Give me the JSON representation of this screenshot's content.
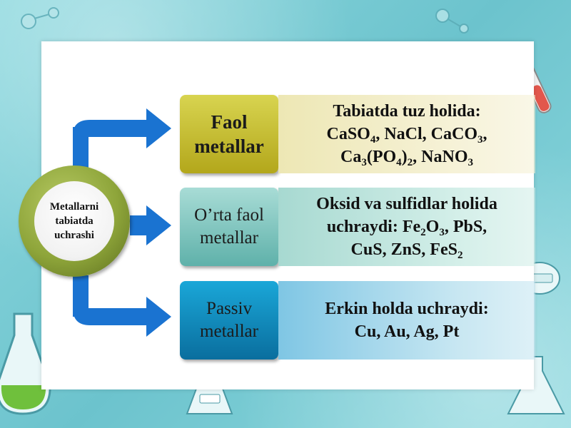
{
  "center": {
    "line1": "Metallarni",
    "line2": "tabiatda",
    "line3": "uchrashi"
  },
  "categories": [
    {
      "line1": "Faol",
      "line2": "metallar"
    },
    {
      "line1": "O’rta faol",
      "line2": "metallar"
    },
    {
      "line1": "Passiv",
      "line2": "metallar"
    }
  ],
  "descriptions": {
    "d1": {
      "line1": "Tabiatda tuz holida:",
      "caso4": "CaSO",
      "caso4_sub": "4",
      "sep1": ",  NaCl, CaCO",
      "caco3_sub": "3",
      "sep2": ",",
      "ca3": "Ca",
      "ca3_sub": "3",
      "po4": "(PO",
      "po4_sub": "4",
      "po4_close": ")",
      "po4_mult": "2",
      "nano3": ", NaNO",
      "nano3_sub": "3"
    },
    "d2": {
      "line1": "Oksid  va sulfidlar holida",
      "line2_a": "uchraydi: Fe",
      "fe_sub": "2",
      "o": "O",
      "o_sub": "3",
      "line2_b": ", PbS,",
      "line3_a": "CuS, ZnS, FeS",
      "fes_sub": "2"
    },
    "d3": {
      "line1": "Erkin holda uchraydi:",
      "line2": "Cu, Au, Ag, Pt"
    }
  },
  "colors": {
    "frame": "#7fd0d8",
    "arrow": "#1a73d1",
    "faol": "#c9bf34",
    "orta": "#7cc4bd",
    "passiv": "#1290c4",
    "center_ring": "#8ea53a"
  },
  "decor_icons": [
    "flask-icon",
    "test-tube-icon",
    "beaker-icon",
    "molecule-icon",
    "h2so4-flask-icon",
    "hcl-flask-icon"
  ]
}
